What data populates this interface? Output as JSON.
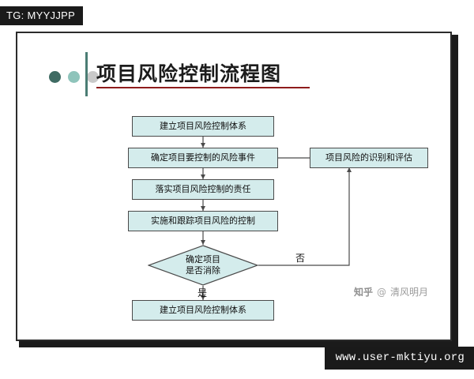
{
  "overlay": {
    "tag_label": "TG: MYYJJPP",
    "url_label": "www.user-mktiyu.org"
  },
  "slide": {
    "title": "项目风险控制流程图",
    "accent_color": "#4b7d74",
    "underline_color": "#8e1c1c",
    "node_fill": "#d4ecec",
    "node_border": "#4a4a4a",
    "dots": [
      "#3f6b63",
      "#8fc4bb",
      "#c9c9c9"
    ]
  },
  "flow": {
    "nodes": [
      {
        "id": "n1",
        "label": "建立项目风险控制体系",
        "shape": "rect"
      },
      {
        "id": "n2",
        "label": "确定项目要控制的风险事件",
        "shape": "rect"
      },
      {
        "id": "n3",
        "label": "落实项目风险控制的责任",
        "shape": "rect"
      },
      {
        "id": "n4",
        "label": "实施和跟踪项目风险的控制",
        "shape": "rect"
      },
      {
        "id": "n5",
        "label_line1": "确定项目",
        "label_line2": "是否消除",
        "shape": "diamond"
      },
      {
        "id": "n6",
        "label": "建立项目风险控制体系",
        "shape": "rect"
      },
      {
        "id": "n7",
        "label": "项目风险的识别和评估",
        "shape": "rect"
      }
    ],
    "edge_labels": {
      "no": "否",
      "yes": "是"
    }
  },
  "watermark": {
    "logo": "知乎",
    "at": "@",
    "author": "清风明月"
  }
}
